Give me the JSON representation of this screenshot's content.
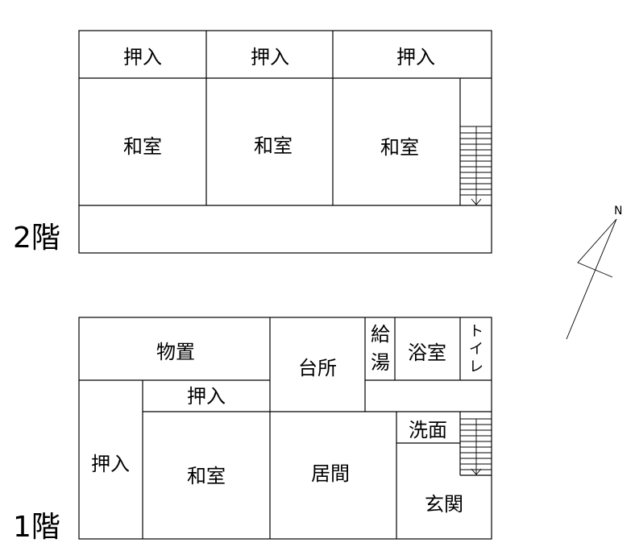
{
  "floor2": {
    "label": "2階",
    "closet_1": "押入",
    "closet_2": "押入",
    "closet_3": "押入",
    "tatami_1": "和室",
    "tatami_2": "和室",
    "tatami_3": "和室"
  },
  "floor1": {
    "label": "1階",
    "storage": "物置",
    "kitchen": "台所",
    "water_heater_1": "給",
    "water_heater_2": "湯",
    "bath": "浴室",
    "toilet_1": "ト",
    "toilet_2": "イ",
    "toilet_3": "レ",
    "closet_upper": "押入",
    "closet_left": "押入",
    "washroom": "洗面",
    "tatami": "和室",
    "living": "居間",
    "entrance": "玄関"
  },
  "compass": {
    "north_label": "N"
  }
}
